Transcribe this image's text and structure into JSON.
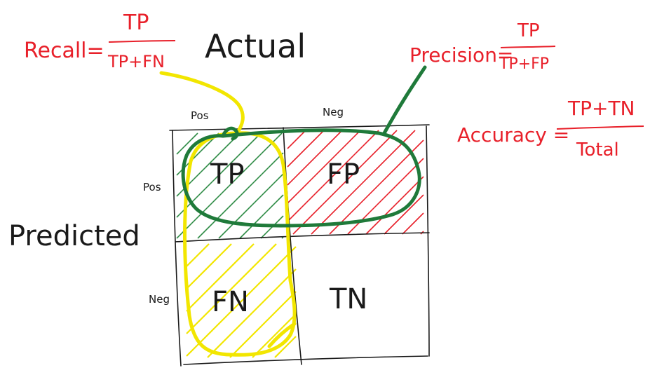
{
  "colors": {
    "ink": "#1a1a1a",
    "red": "#e8202a",
    "green": "#1f7a3a",
    "yellow": "#f2e600",
    "hatch_green": "#2e8b45",
    "hatch_red": "#e8202a",
    "hatch_yellow": "#f2e600"
  },
  "formulas": {
    "recall": {
      "label": "Recall=",
      "numerator": "TP",
      "denominator": "TP+FN"
    },
    "precision": {
      "label": "Precision=",
      "numerator": "TP",
      "denominator": "TP+FP"
    },
    "accuracy": {
      "label": "Accuracy =",
      "numerator": "TP+TN",
      "denominator": "Total"
    }
  },
  "axes": {
    "actual_label": "Actual",
    "predicted_label": "Predicted",
    "col_pos": "Pos",
    "col_neg": "Neg",
    "row_pos": "Pos",
    "row_neg": "Neg"
  },
  "cells": {
    "tp": "TP",
    "fp": "FP",
    "fn": "FN",
    "tn": "TN"
  }
}
